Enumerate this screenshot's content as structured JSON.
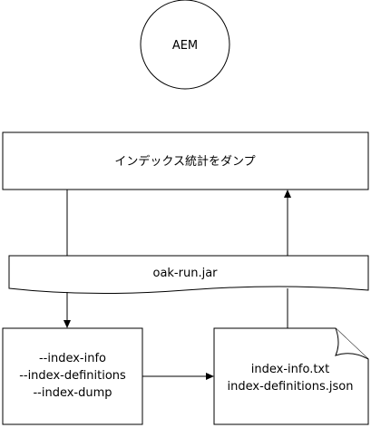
{
  "nodes": {
    "aem": {
      "label": "AEM"
    },
    "dump_stats": {
      "label": "インデックス統計をダンプ"
    },
    "oak_run": {
      "label": "oak-run.jar"
    },
    "options": {
      "lines": [
        "--index-info",
        "--index-definitions",
        "--index-dump"
      ]
    },
    "output_files": {
      "lines": [
        "index-info.txt",
        "index-definitions.json"
      ]
    }
  },
  "edges": [
    {
      "from": "dump_stats",
      "to": "oak_run",
      "arrow": false
    },
    {
      "from": "oak_run",
      "to": "options",
      "arrow": true
    },
    {
      "from": "options",
      "to": "output_files",
      "arrow": true
    },
    {
      "from": "output_files",
      "to": "oak_run",
      "arrow": false
    },
    {
      "from": "oak_run",
      "to": "dump_stats",
      "arrow": true
    }
  ]
}
